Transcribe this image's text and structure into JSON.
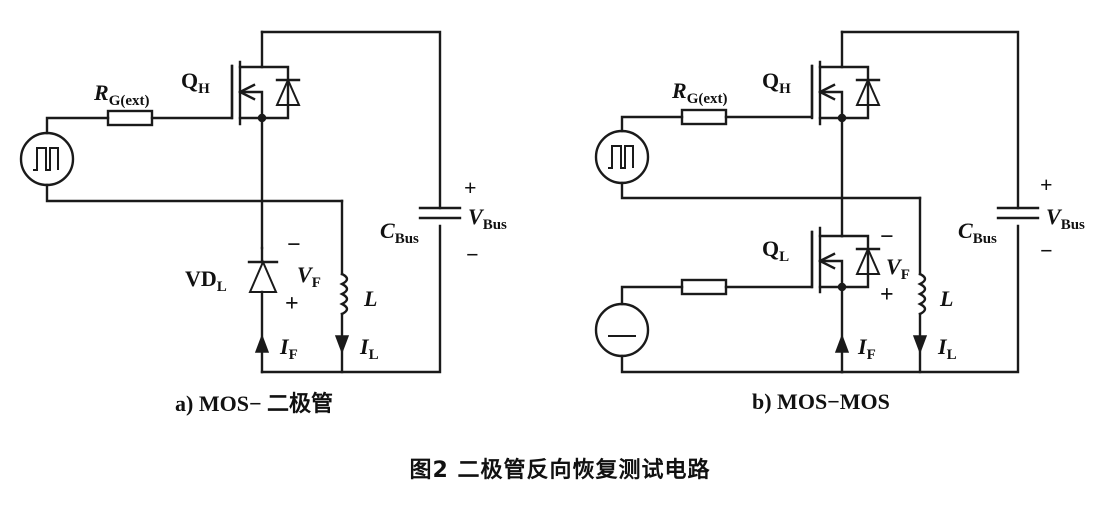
{
  "figure_title": "图2 二极管反向恢复测试电路",
  "panel_a": {
    "caption": "a) MOS− 二极管",
    "switch_label": "Q",
    "switch_sub": "H",
    "gate_resistor": "R",
    "gate_resistor_sub": "G(ext)",
    "diode_label": "VD",
    "diode_sub": "L",
    "vf": "V",
    "vf_sub": "F",
    "if": "I",
    "if_sub": "F",
    "inductor": "L",
    "il": "I",
    "il_sub": "L",
    "cap": "C",
    "cap_sub": "Bus",
    "vbus": "V",
    "vbus_sub": "Bus",
    "plus": "+",
    "minus": "−"
  },
  "panel_b": {
    "caption": "b) MOS−MOS",
    "switch_h": "Q",
    "switch_h_sub": "H",
    "switch_l": "Q",
    "switch_l_sub": "L",
    "gate_resistor": "R",
    "gate_resistor_sub": "G(ext)",
    "vf": "V",
    "vf_sub": "F",
    "if": "I",
    "if_sub": "F",
    "inductor": "L",
    "il": "I",
    "il_sub": "L",
    "cap": "C",
    "cap_sub": "Bus",
    "vbus": "V",
    "vbus_sub": "Bus",
    "plus": "+",
    "minus": "−"
  },
  "icons": [
    "pulse-source-icon",
    "dc-source-icon",
    "mosfet-icon",
    "diode-icon",
    "inductor-icon",
    "capacitor-icon",
    "resistor-icon"
  ]
}
